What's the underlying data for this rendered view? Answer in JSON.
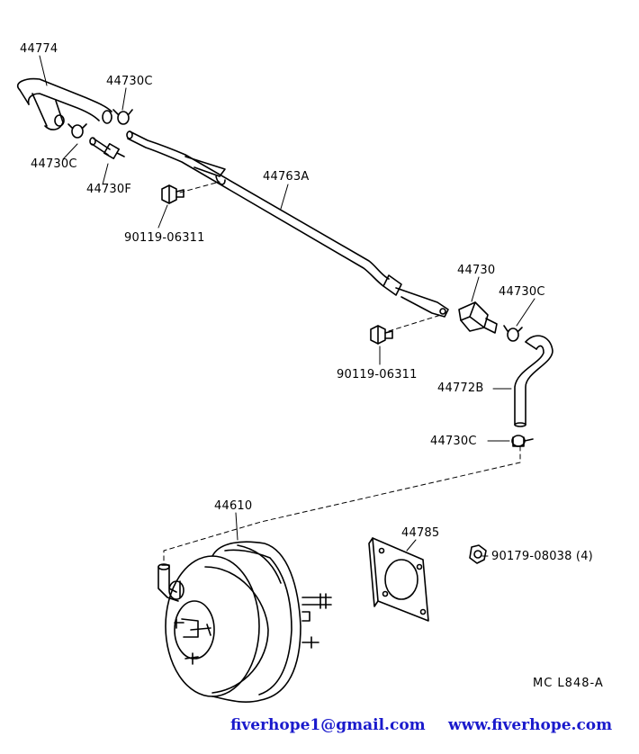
{
  "parts": {
    "hose_upper": "44774",
    "clamp_top_right": "44730C",
    "clamp_top_left": "44730C",
    "fitting": "44730F",
    "bolt_upper": "90119-06311",
    "pipe": "44763A",
    "check_valve": "44730",
    "clamp_valve": "44730C",
    "bolt_lower": "90119-06311",
    "hose_lower": "44772B",
    "clamp_lower": "44730C",
    "booster": "44610",
    "gasket": "44785",
    "nut": "90179-08038 (4)"
  },
  "drawing_code": "MC  L848-A",
  "footer": {
    "email": "fiverhope1@gmail.com",
    "website": "www.fiverhope.com"
  },
  "colors": {
    "line": "#000000",
    "footer_text": "#1a1acc"
  }
}
